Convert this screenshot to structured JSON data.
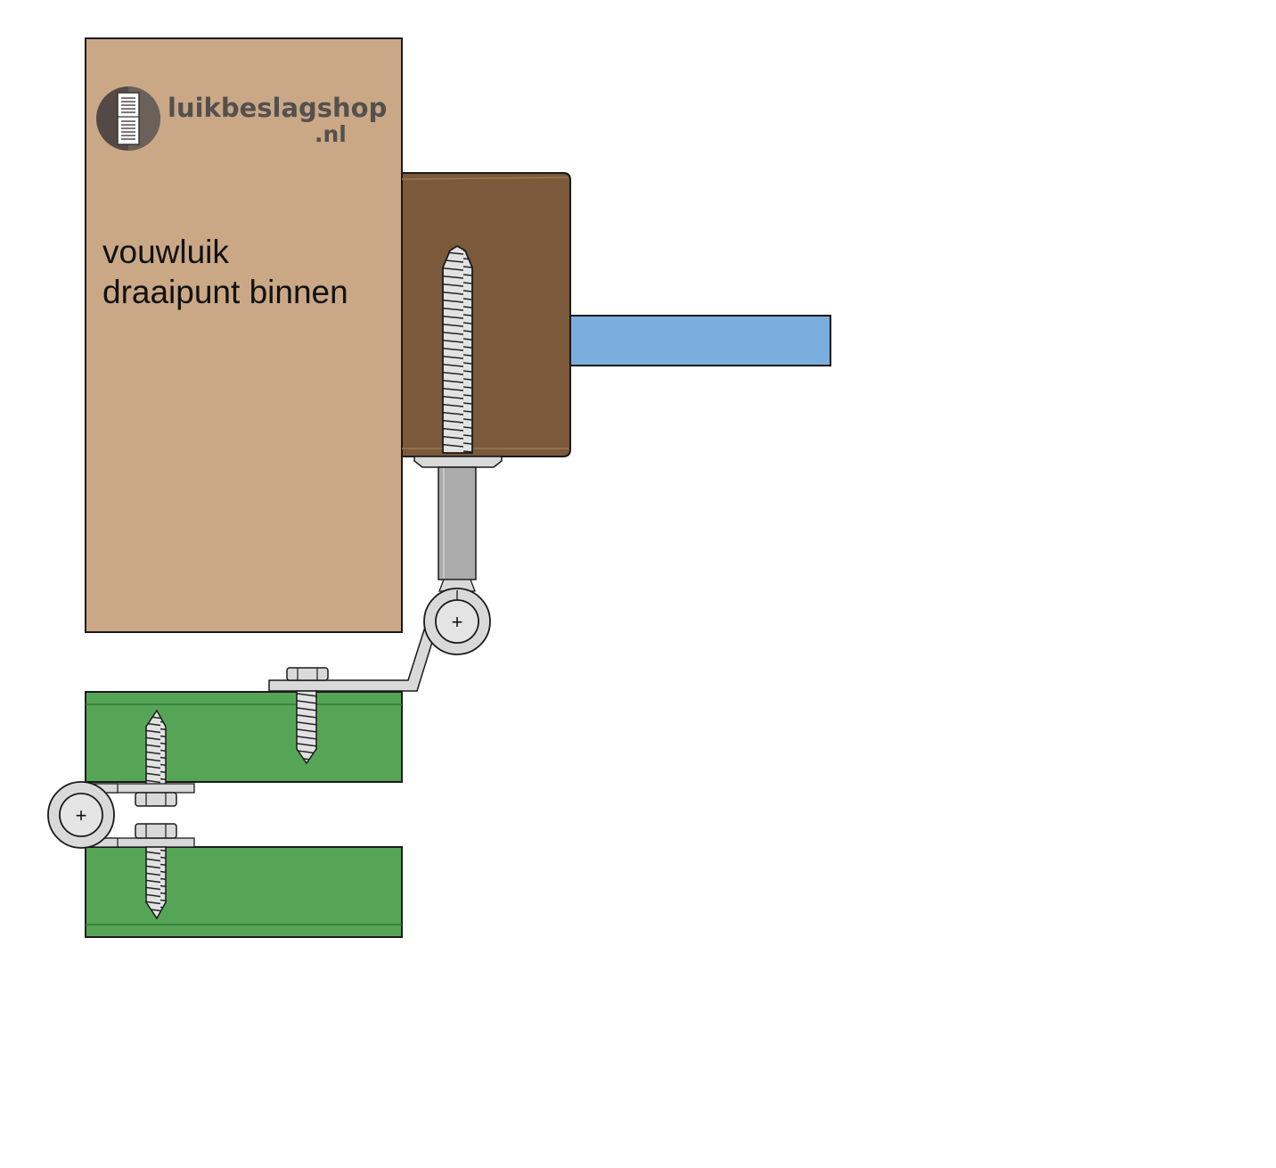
{
  "brand": {
    "name": "luikbeslagshop",
    "tld": ".nl"
  },
  "label": {
    "line1": "vouwluik",
    "line2": "draaipunt binnen"
  },
  "pivots": {
    "symbol": "+"
  },
  "colors": {
    "wall": "#caa886",
    "frame": "#7a5a3a",
    "window": "#7aaedf",
    "shutter": "#56a557",
    "steel": "#d9d9d9",
    "steel_dark": "#ababab",
    "logo_circle": "#534a45",
    "logo_text": "#54504d"
  },
  "icons": {
    "logo": "shutter-logo-icon",
    "screw": "screw-icon",
    "bolt": "hex-bolt-icon",
    "pivot": "pivot-plus-icon"
  }
}
